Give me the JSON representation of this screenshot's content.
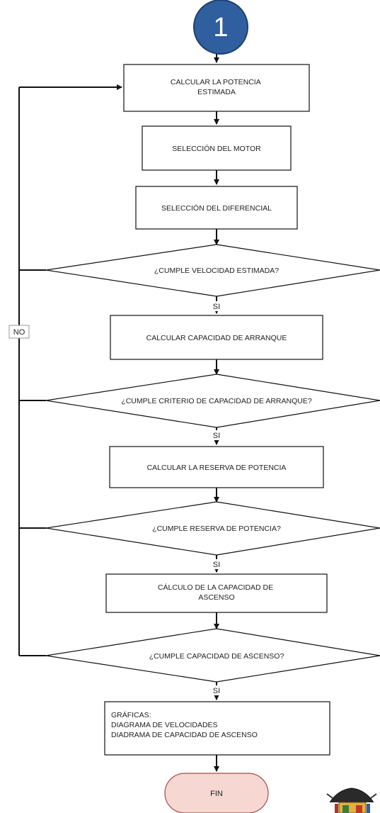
{
  "connector": {
    "label": "1",
    "fill": "#2f5f9e",
    "stroke": "#1c3f6e"
  },
  "steps": [
    {
      "id": "calc_power",
      "lines": [
        "CALCULAR LA POTENCIA",
        "ESTIMADA"
      ]
    },
    {
      "id": "motor",
      "lines": [
        "SELECCIÓN DEL MOTOR"
      ]
    },
    {
      "id": "diff",
      "lines": [
        "SELECCIÓN DEL DIFERENCIAL"
      ]
    },
    {
      "id": "q_speed",
      "lines": [
        "¿CUMPLE VELOCIDAD ESTIMADA?"
      ]
    },
    {
      "id": "calc_start",
      "lines": [
        "CALCULAR CAPACIDAD DE ARRANQUE"
      ]
    },
    {
      "id": "q_start",
      "lines": [
        "¿CUMPLE CRITERIO DE CAPACIDAD DE ARRANQUE?"
      ]
    },
    {
      "id": "calc_reserve",
      "lines": [
        "CALCULAR LA RESERVA DE POTENCIA"
      ]
    },
    {
      "id": "q_reserve",
      "lines": [
        "¿CUMPLE RESERVA DE POTENCIA?"
      ]
    },
    {
      "id": "calc_climb",
      "lines": [
        "CÁLCULO DE LA CAPACIDAD DE",
        "ASCENSO"
      ]
    },
    {
      "id": "q_climb",
      "lines": [
        "¿CUMPLE CAPACIDAD DE ASCENSO?"
      ]
    },
    {
      "id": "graphs",
      "lines": [
        "GRÁFICAS:",
        "DIAGRAMA DE VELOCIDADES",
        "DIADRAMA DE CAPACIDAD DE ASCENSO"
      ]
    },
    {
      "id": "end",
      "lines": [
        "FIN"
      ]
    }
  ],
  "labels": {
    "yes": "SI",
    "no": "NO"
  },
  "terminal_fill": "#f6d7d2",
  "terminal_stroke": "#a0504a"
}
